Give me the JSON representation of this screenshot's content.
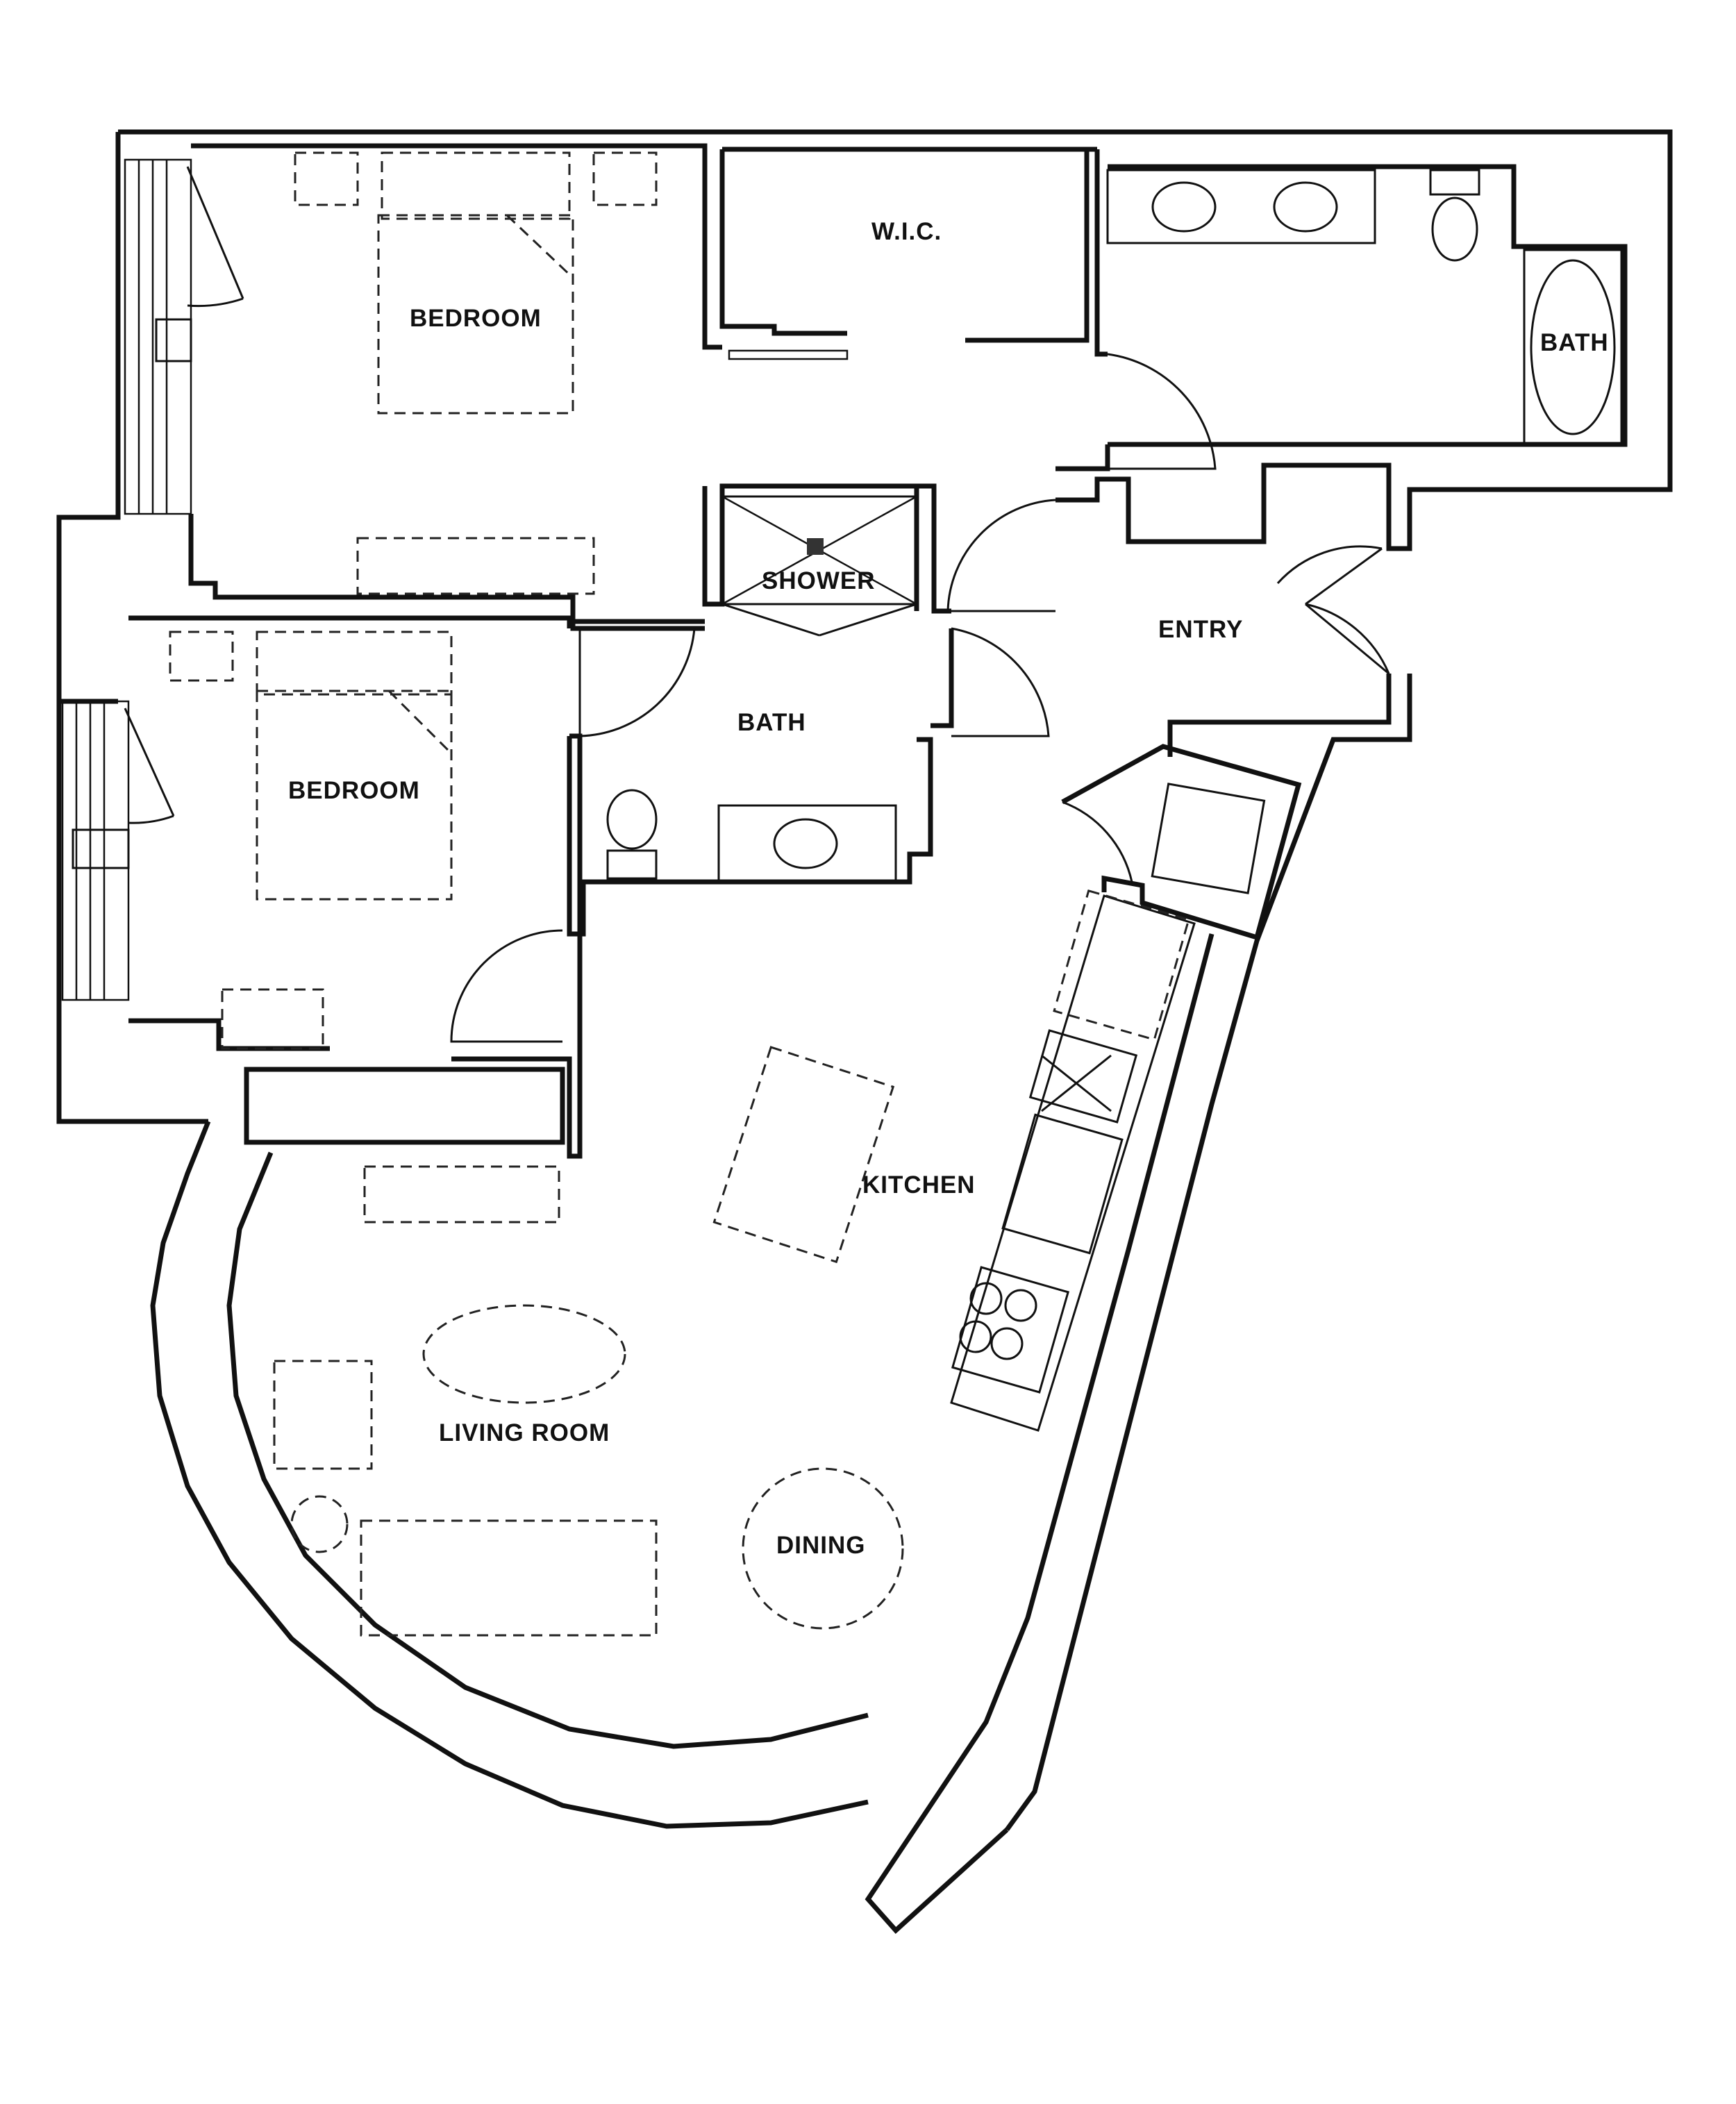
{
  "plan": {
    "rooms": {
      "bedroom_main": "BEDROOM",
      "wic": "W.I.C.",
      "bath_main": "BATH",
      "shower": "SHOWER",
      "entry": "ENTRY",
      "bath_second": "BATH",
      "bedroom_second": "BEDROOM",
      "kitchen": "KITCHEN",
      "living_room": "LIVING ROOM",
      "dining": "DINING"
    }
  }
}
